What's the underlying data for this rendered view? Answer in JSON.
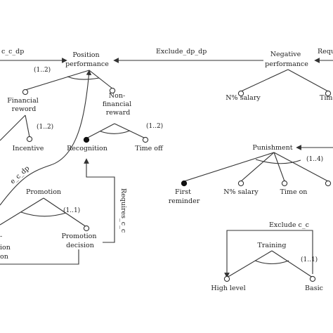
{
  "nodes": {
    "position_performance": [
      "Position",
      "performance"
    ],
    "financial_reward": [
      "Financial",
      "reword"
    ],
    "non_financial_reward": [
      "Non-",
      "financial",
      "reward"
    ],
    "incentive": "Incentive",
    "recognition": "Recognition",
    "time_off": "Time off",
    "promotion": "Promotion",
    "promotion_decision": [
      "Promotion",
      "decision"
    ],
    "promotion_left_partial": [
      "-",
      "ion",
      "on"
    ],
    "negative_performance": [
      "Negative",
      "performance"
    ],
    "n_salary_top": "N% salary",
    "time_top_partial": "Time",
    "punishment": "Punishment",
    "first_reminder": [
      "First",
      "reminder"
    ],
    "n_salary_bottom": "N% salary",
    "time_on": "Time on",
    "training": "Training",
    "high_level": "High level",
    "basic": "Basic"
  },
  "cardinalities": {
    "position_performance": "(1..2)",
    "financial_reward": "(1..2)",
    "non_financial_reward": "(1..2)",
    "promotion": "(1..1)",
    "punishment": "(1..4)",
    "training": "(1..1)"
  },
  "constraints": {
    "top_left_partial": "c_c_dp",
    "exclude_dp_dp": "Exclude_dp_dp",
    "requires_top_partial": "Requ",
    "requires_c_c": "Requires_c_c",
    "curved_partial": "e_c_dp",
    "exclude_c_c": "Exclude c_c"
  }
}
